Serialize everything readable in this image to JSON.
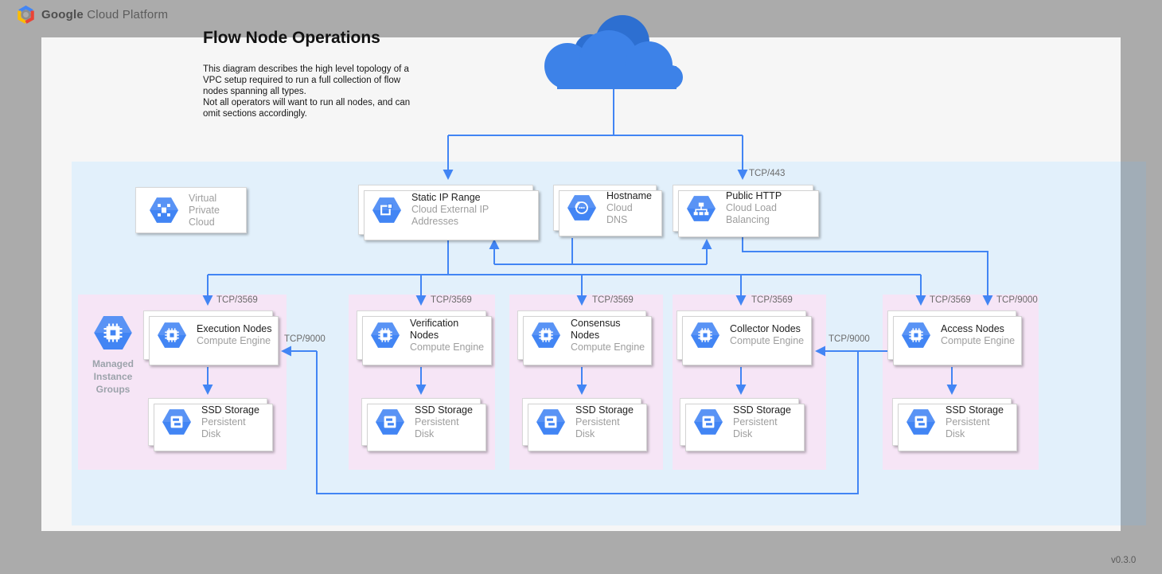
{
  "header": {
    "brand_bold": "Google",
    "brand_rest": "Cloud Platform"
  },
  "title": "Flow Node Operations",
  "description": [
    "This diagram describes the high level topology of a",
    "VPC setup required to run a full collection of flow",
    "nodes spanning all types.",
    "Not all operators will want to run all nodes, and can",
    "omit sections accordingly."
  ],
  "version": "v0.3.0",
  "ports": {
    "p443": "TCP/443",
    "p3569": "TCP/3569",
    "p9000": "TCP/9000"
  },
  "services": {
    "vpc": {
      "line1": "Virtual",
      "line2": "Private Cloud"
    },
    "static_ip": {
      "title": "Static IP Range",
      "subtitle": "Cloud External IP Addresses"
    },
    "hostname": {
      "title": "Hostname",
      "subtitle": "Cloud DNS"
    },
    "public_http": {
      "title": "Public HTTP",
      "subtitle": "Cloud Load Balancing"
    }
  },
  "mig": [
    "Managed",
    "Instance",
    "Groups"
  ],
  "regions": [
    {
      "compute_title": "Execution Nodes",
      "compute_subtitle": "Compute Engine",
      "ssd_title": "SSD Storage",
      "ssd_subtitle": "Persistent Disk"
    },
    {
      "compute_title": "Verification Nodes",
      "compute_subtitle": "Compute Engine",
      "ssd_title": "SSD Storage",
      "ssd_subtitle": "Persistent Disk"
    },
    {
      "compute_title": "Consensus Nodes",
      "compute_subtitle": "Compute Engine",
      "ssd_title": "SSD Storage",
      "ssd_subtitle": "Persistent Disk"
    },
    {
      "compute_title": "Collector Nodes",
      "compute_subtitle": "Compute Engine",
      "ssd_title": "SSD Storage",
      "ssd_subtitle": "Persistent Disk"
    },
    {
      "compute_title": "Access Nodes",
      "compute_subtitle": "Compute Engine",
      "ssd_title": "SSD Storage",
      "ssd_subtitle": "Persistent Disk"
    }
  ],
  "colors": {
    "accent_blue": "#4285F4",
    "icon_blue": "#4285F4",
    "vpc_region_blue": "#E2F0FB",
    "node_region_pink": "#F6E5F6",
    "cloud_dark_blue": "#2D6FD1",
    "cloud_light_blue": "#3D82E8"
  }
}
